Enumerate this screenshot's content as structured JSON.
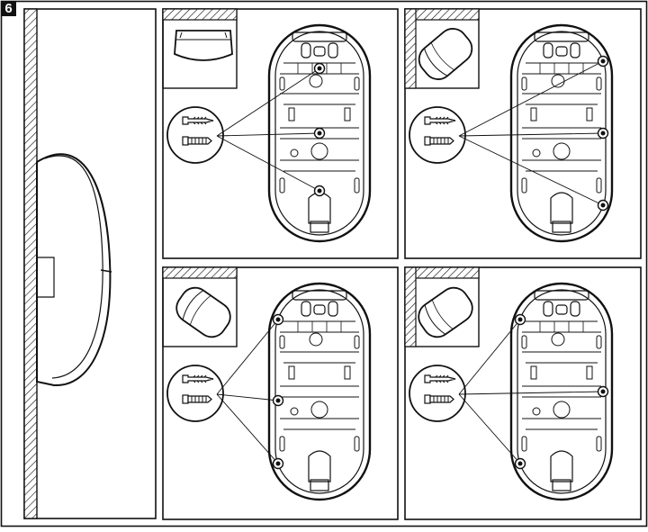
{
  "figure": {
    "step_number": "6"
  },
  "panels": [
    {
      "id": "side-view",
      "kind": "wall-side-view"
    },
    {
      "id": "top-left",
      "kind": "flat-ceiling-mount",
      "screw_target": "center-holes"
    },
    {
      "id": "top-right",
      "kind": "wall-corner-mount",
      "screw_target": "right-side-holes"
    },
    {
      "id": "bottom-left",
      "kind": "angled-mount",
      "screw_target": "left-side-holes"
    },
    {
      "id": "bottom-right",
      "kind": "ceiling-corner-mount",
      "screw_target": "mixed-holes"
    }
  ],
  "colors": {
    "line": "#111111",
    "background": "#ffffff"
  }
}
